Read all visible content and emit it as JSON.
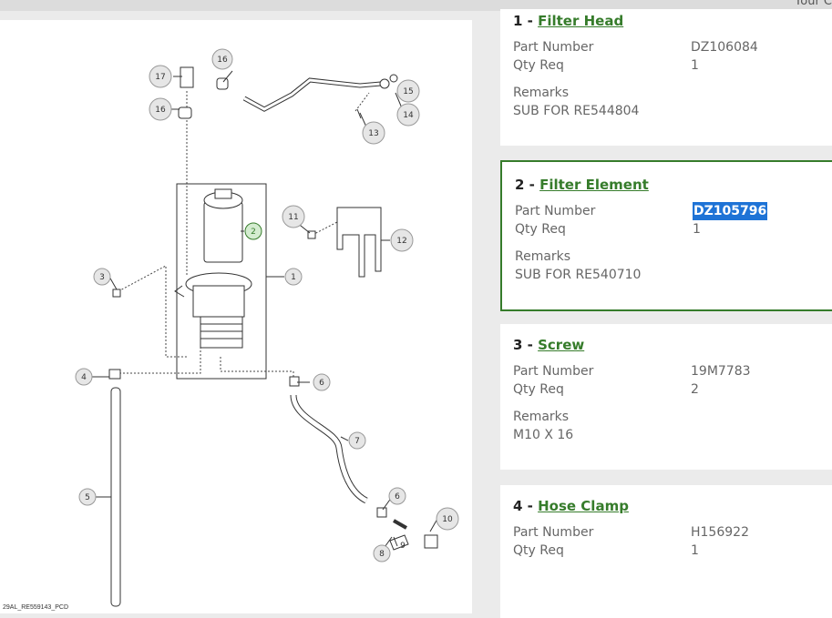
{
  "topbar": {
    "text": "Your C"
  },
  "diagram": {
    "id_label": "29AL_RE559143_PCD",
    "callouts": [
      "17",
      "16",
      "16",
      "15",
      "14",
      "13",
      "2",
      "11",
      "12",
      "1",
      "3",
      "4",
      "6",
      "7",
      "5",
      "6",
      "10",
      "8",
      "9"
    ]
  },
  "parts": [
    {
      "number": "1",
      "name": "Filter Head",
      "part_number_label": "Part Number",
      "part_number": "DZ106084",
      "qty_label": "Qty Req",
      "qty": "1",
      "remarks_label": "Remarks",
      "remarks": "SUB FOR RE544804"
    },
    {
      "number": "2",
      "name": "Filter Element",
      "part_number_label": "Part Number",
      "part_number": "DZ105796",
      "qty_label": "Qty Req",
      "qty": "1",
      "remarks_label": "Remarks",
      "remarks": "SUB FOR RE540710",
      "selected": true
    },
    {
      "number": "3",
      "name": "Screw",
      "part_number_label": "Part Number",
      "part_number": "19M7783",
      "qty_label": "Qty Req",
      "qty": "2",
      "remarks_label": "Remarks",
      "remarks": "M10 X 16"
    },
    {
      "number": "4",
      "name": "Hose Clamp",
      "part_number_label": "Part Number",
      "part_number": "H156922",
      "qty_label": "Qty Req",
      "qty": "1"
    }
  ],
  "colors": {
    "accent": "#367c2b",
    "selection": "#1e73d6"
  }
}
